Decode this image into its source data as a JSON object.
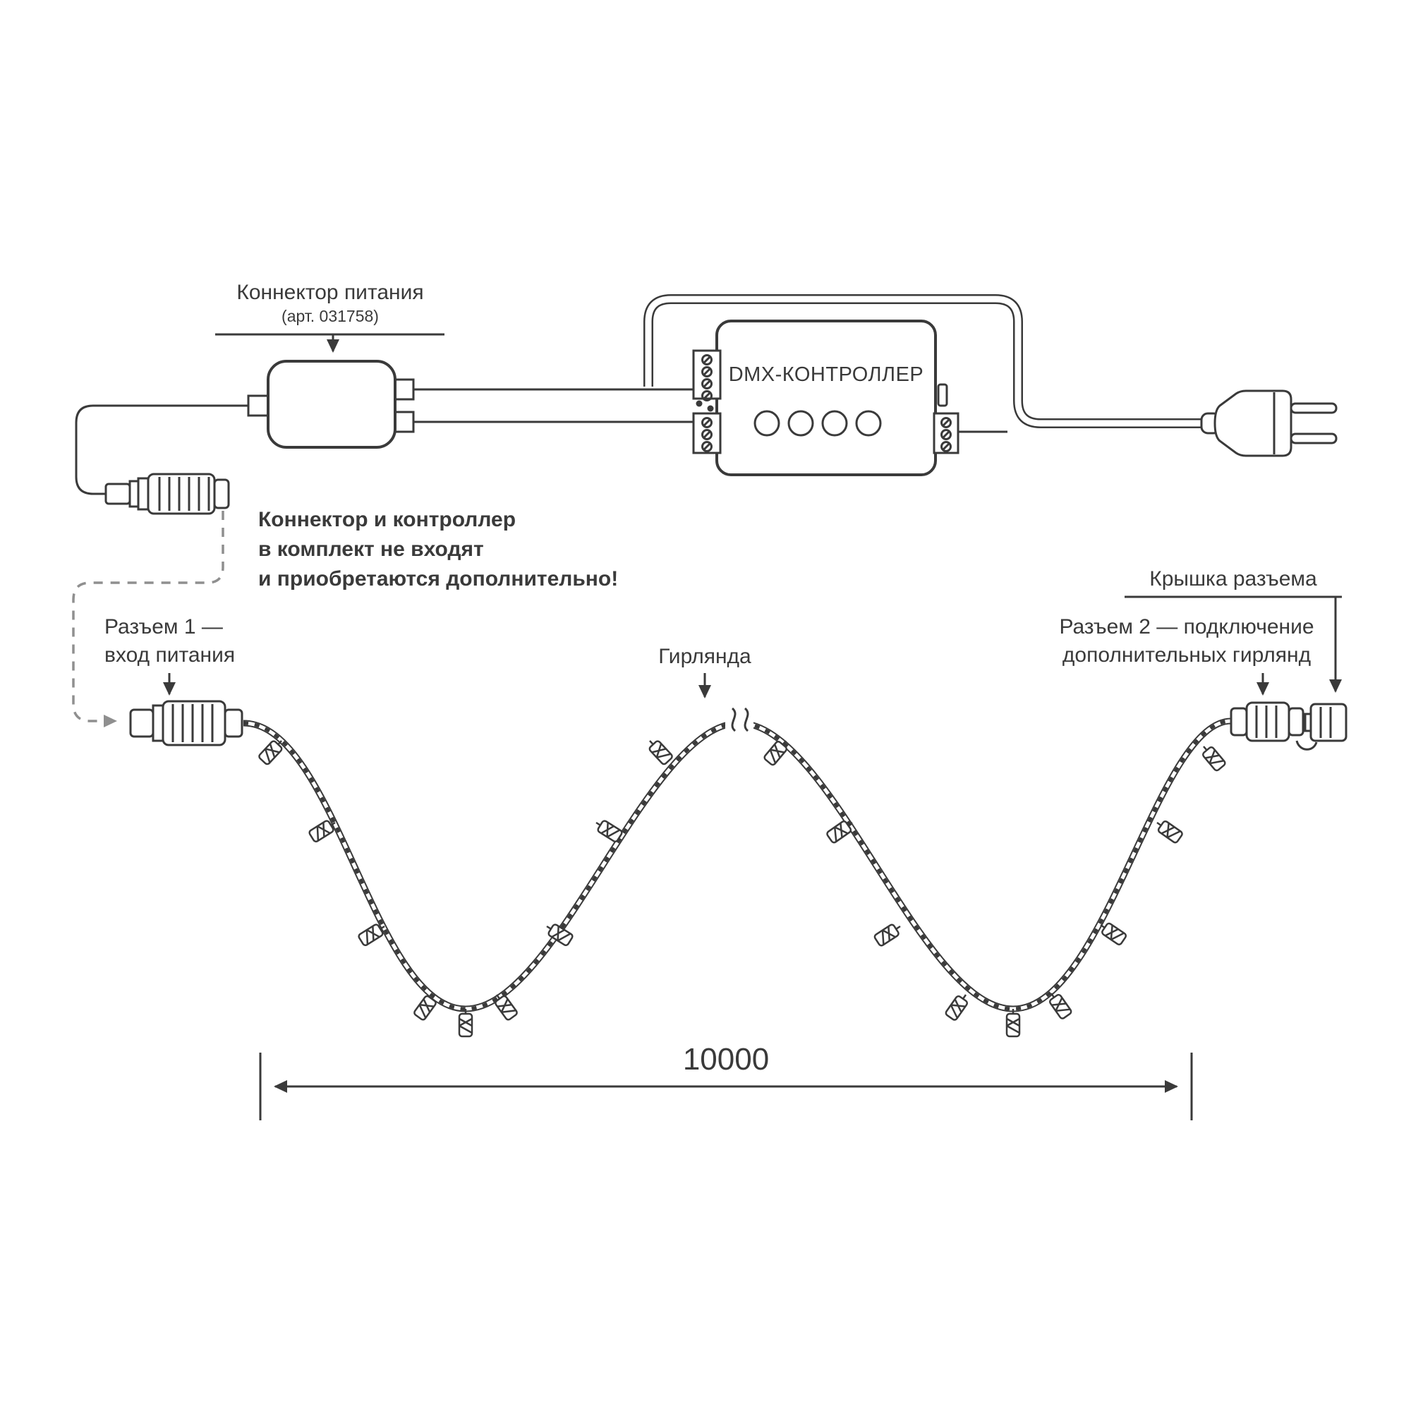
{
  "diagram": {
    "power_connector": {
      "label": "Коннектор питания",
      "article": "(арт. 031758)"
    },
    "note": {
      "line1": "Коннектор и контроллер",
      "line2": "в комплект не входят",
      "line3": "и приобретаются дополнительно!"
    },
    "controller": {
      "label": "DMX-КОНТРОЛЛЕР"
    },
    "connector1": {
      "line1": "Разъем 1 —",
      "line2": "вход питания"
    },
    "garland": {
      "label": "Гирлянда"
    },
    "cap": {
      "label": "Крышка разъема"
    },
    "connector2": {
      "line1": "Разъем 2 — подключение",
      "line2": "дополнительных гирлянд"
    },
    "dimension": {
      "value": "10000"
    },
    "colors": {
      "line": "#3a3a3a",
      "note_text": "#9b9b9b",
      "dashed": "#8f8f8f"
    }
  }
}
